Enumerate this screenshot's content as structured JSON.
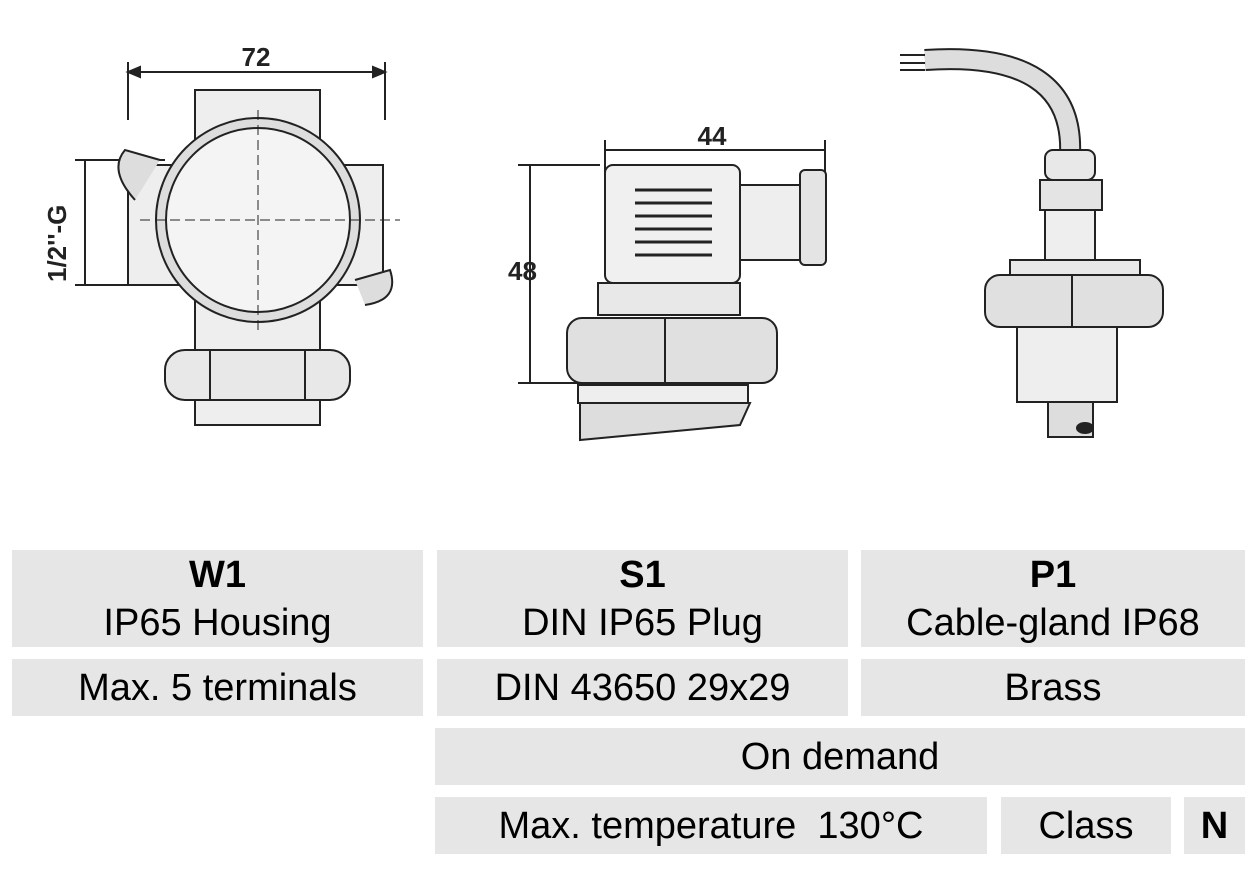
{
  "drawings": {
    "w1": {
      "width_dim": "72",
      "thread_dim": "1/2''-G"
    },
    "s1": {
      "width_dim": "44",
      "height_dim": "48"
    },
    "p1": {}
  },
  "table": {
    "w1": {
      "code": "W1",
      "name": "IP65 Housing",
      "detail": "Max. 5 terminals"
    },
    "s1": {
      "code": "S1",
      "name": "DIN IP65 Plug",
      "detail": "DIN 43650 29x29"
    },
    "p1": {
      "code": "P1",
      "name": "Cable-gland IP68",
      "detail": "Brass"
    },
    "on_demand": "On demand",
    "max_temp": "Max. temperature  130°C",
    "class_label": "Class",
    "class_value": "N"
  }
}
